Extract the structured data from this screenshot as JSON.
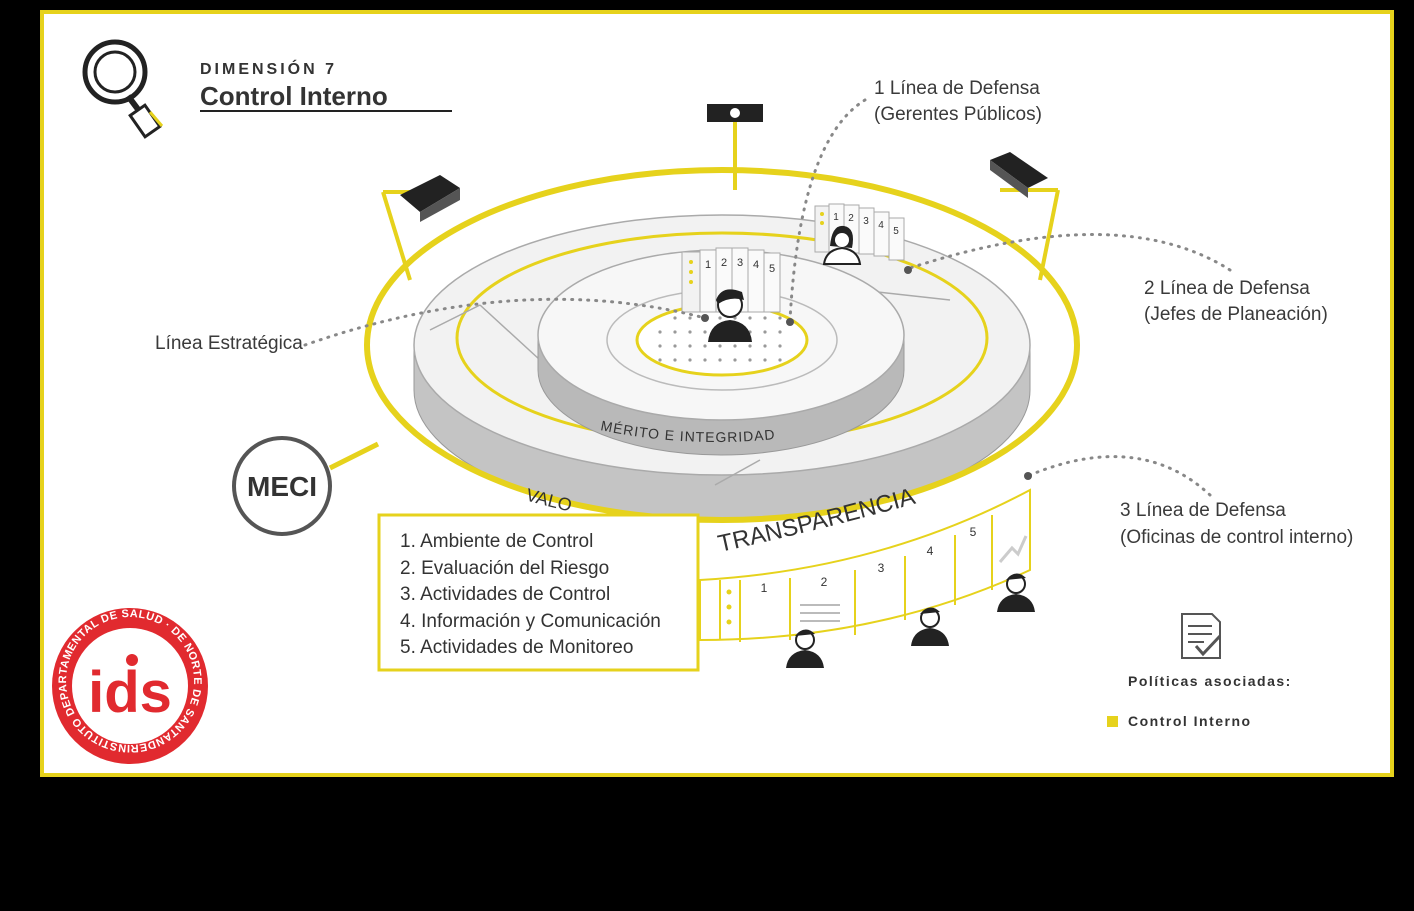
{
  "header": {
    "dimension": "DIMENSIÓN 7",
    "title": "Control Interno"
  },
  "labels": {
    "linea1_title": "1 Línea de Defensa",
    "linea1_sub": "(Gerentes Públicos)",
    "linea2_title": "2 Línea de Defensa",
    "linea2_sub": "(Jefes de Planeación)",
    "linea3_title": "3 Línea de Defensa",
    "linea3_sub": "(Oficinas de control interno)",
    "estrategica": "Línea Estratégica",
    "meci": "MECI",
    "merito": "MÉRITO   E   INTEGRIDAD",
    "valores": "VALO",
    "transparencia": "TRANSPARENCIA"
  },
  "components": [
    "1. Ambiente de Control",
    "2.  Evaluación del Riesgo",
    "3. Actividades de Control",
    "4.  Información y Comunicación",
    "5. Actividades de Monitoreo"
  ],
  "inner_panels": [
    "1",
    "2",
    "3",
    "4",
    "5"
  ],
  "base_panels": [
    "1",
    "2",
    "3",
    "4",
    "5"
  ],
  "politicas": {
    "heading": "Políticas asociadas:",
    "item": "Control Interno"
  },
  "logo": {
    "ring_text": "INSTITUTO DEPARTAMENTAL DE SALUD  ·  DE NORTE DE SANTANDER",
    "initials": "ids"
  },
  "colors": {
    "accent": "#e6d21c",
    "frame_bg": "#ffffff",
    "page_bg": "#000000",
    "logo_red": "#e12a2f",
    "gray_band": "#b9b9b9"
  }
}
